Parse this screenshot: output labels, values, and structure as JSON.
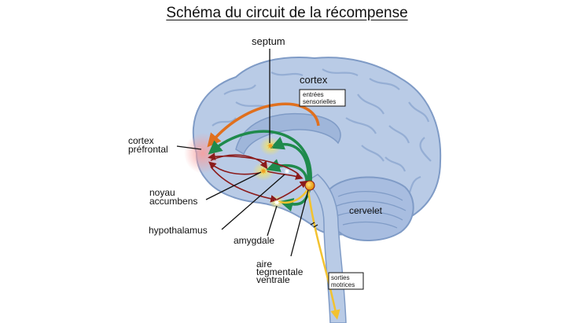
{
  "title": "Schéma du circuit de la récompense",
  "labels": {
    "septum": "septum",
    "cortex": "cortex",
    "entrees_line1": "entrées",
    "entrees_line2": "sensorielles",
    "cortex_prefrontal_line1": "cortex",
    "cortex_prefrontal_line2": "préfrontal",
    "noyau_line1": "noyau",
    "noyau_line2": "accumbens",
    "hypothalamus": "hypothalamus",
    "amygdale": "amygdale",
    "aire_line1": "aire",
    "aire_line2": "tegmentale",
    "aire_line3": "ventrale",
    "cervelet": "cervelet",
    "sorties_line1": "sorties",
    "sorties_line2": "motrices"
  },
  "colors": {
    "brain": "#b9cbe6",
    "brain_dark": "#7f9bc6",
    "orange_pathway": "#e0701e",
    "green_pathway": "#1f8a4c",
    "red_pathway": "#8b1a1a",
    "yellow_pathway": "#f2c230"
  }
}
